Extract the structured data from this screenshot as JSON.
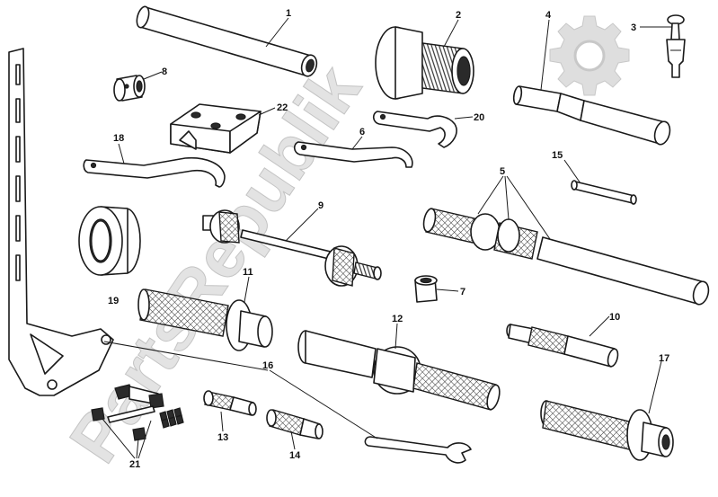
{
  "watermark": {
    "text": "PartsRepublik"
  },
  "callouts": {
    "c1": "1",
    "c2": "2",
    "c3": "3",
    "c4": "4",
    "c5": "5",
    "c6": "6",
    "c7": "7",
    "c8": "8",
    "c9": "9",
    "c10": "10",
    "c11": "11",
    "c12": "12",
    "c13": "13",
    "c14": "14",
    "c15": "15",
    "c16": "16",
    "c17": "17",
    "c18": "18",
    "c19": "19",
    "c20": "20",
    "c21": "21",
    "c22": "22"
  },
  "icons": {
    "watermark_logo": "gear-icon"
  }
}
